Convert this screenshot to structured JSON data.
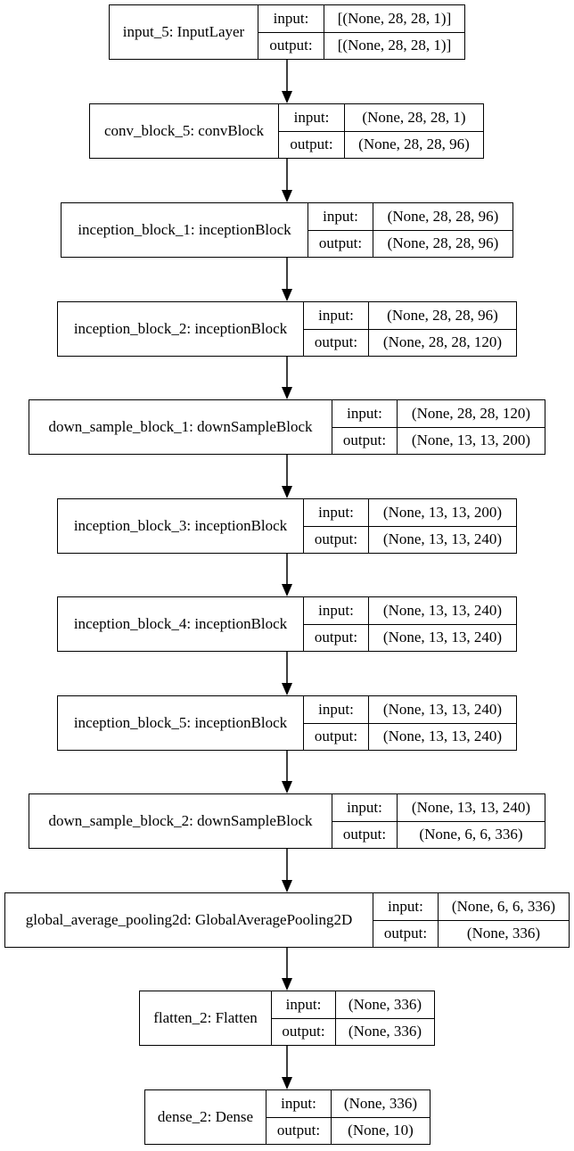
{
  "layers": [
    {
      "name": "input_5: InputLayer",
      "input_label": "input:",
      "output_label": "output:",
      "input": "[(None, 28, 28, 1)]",
      "output": "[(None, 28, 28, 1)]"
    },
    {
      "name": "conv_block_5: convBlock",
      "input_label": "input:",
      "output_label": "output:",
      "input": "(None, 28, 28, 1)",
      "output": "(None, 28, 28, 96)"
    },
    {
      "name": "inception_block_1: inceptionBlock",
      "input_label": "input:",
      "output_label": "output:",
      "input": "(None, 28, 28, 96)",
      "output": "(None, 28, 28, 96)"
    },
    {
      "name": "inception_block_2: inceptionBlock",
      "input_label": "input:",
      "output_label": "output:",
      "input": "(None, 28, 28, 96)",
      "output": "(None, 28, 28, 120)"
    },
    {
      "name": "down_sample_block_1: downSampleBlock",
      "input_label": "input:",
      "output_label": "output:",
      "input": "(None, 28, 28, 120)",
      "output": "(None, 13, 13, 200)"
    },
    {
      "name": "inception_block_3: inceptionBlock",
      "input_label": "input:",
      "output_label": "output:",
      "input": "(None, 13, 13, 200)",
      "output": "(None, 13, 13, 240)"
    },
    {
      "name": "inception_block_4: inceptionBlock",
      "input_label": "input:",
      "output_label": "output:",
      "input": "(None, 13, 13, 240)",
      "output": "(None, 13, 13, 240)"
    },
    {
      "name": "inception_block_5: inceptionBlock",
      "input_label": "input:",
      "output_label": "output:",
      "input": "(None, 13, 13, 240)",
      "output": "(None, 13, 13, 240)"
    },
    {
      "name": "down_sample_block_2: downSampleBlock",
      "input_label": "input:",
      "output_label": "output:",
      "input": "(None, 13, 13, 240)",
      "output": "(None, 6, 6, 336)"
    },
    {
      "name": "global_average_pooling2d: GlobalAveragePooling2D",
      "input_label": "input:",
      "output_label": "output:",
      "input": "(None, 6, 6, 336)",
      "output": "(None, 336)"
    },
    {
      "name": "flatten_2: Flatten",
      "input_label": "input:",
      "output_label": "output:",
      "input": "(None, 336)",
      "output": "(None, 336)"
    },
    {
      "name": "dense_2: Dense",
      "input_label": "input:",
      "output_label": "output:",
      "input": "(None, 336)",
      "output": "(None, 10)"
    }
  ]
}
